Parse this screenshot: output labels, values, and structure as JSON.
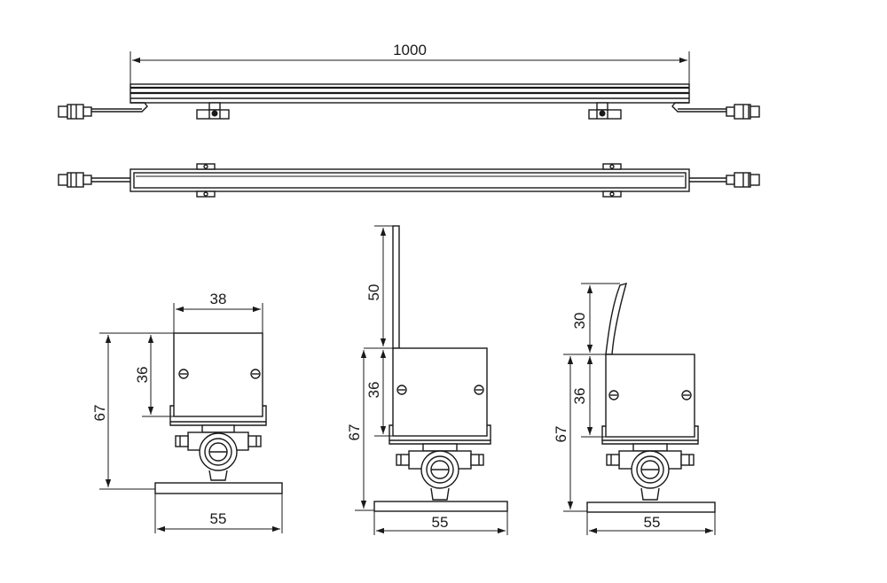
{
  "dimensions": {
    "top_length": "1000",
    "front_width": "38",
    "front_body_height": "36",
    "front_total_height": "67",
    "front_base_width": "55",
    "side_bracket_height": "50",
    "side_body_height": "36",
    "side_total_height": "67",
    "side_base_width": "55",
    "angled_bracket_height": "30",
    "angled_body_height": "36",
    "angled_total_height": "67",
    "angled_base_width": "55"
  },
  "colors": {
    "line": "#1a1a1a",
    "background": "#ffffff"
  }
}
